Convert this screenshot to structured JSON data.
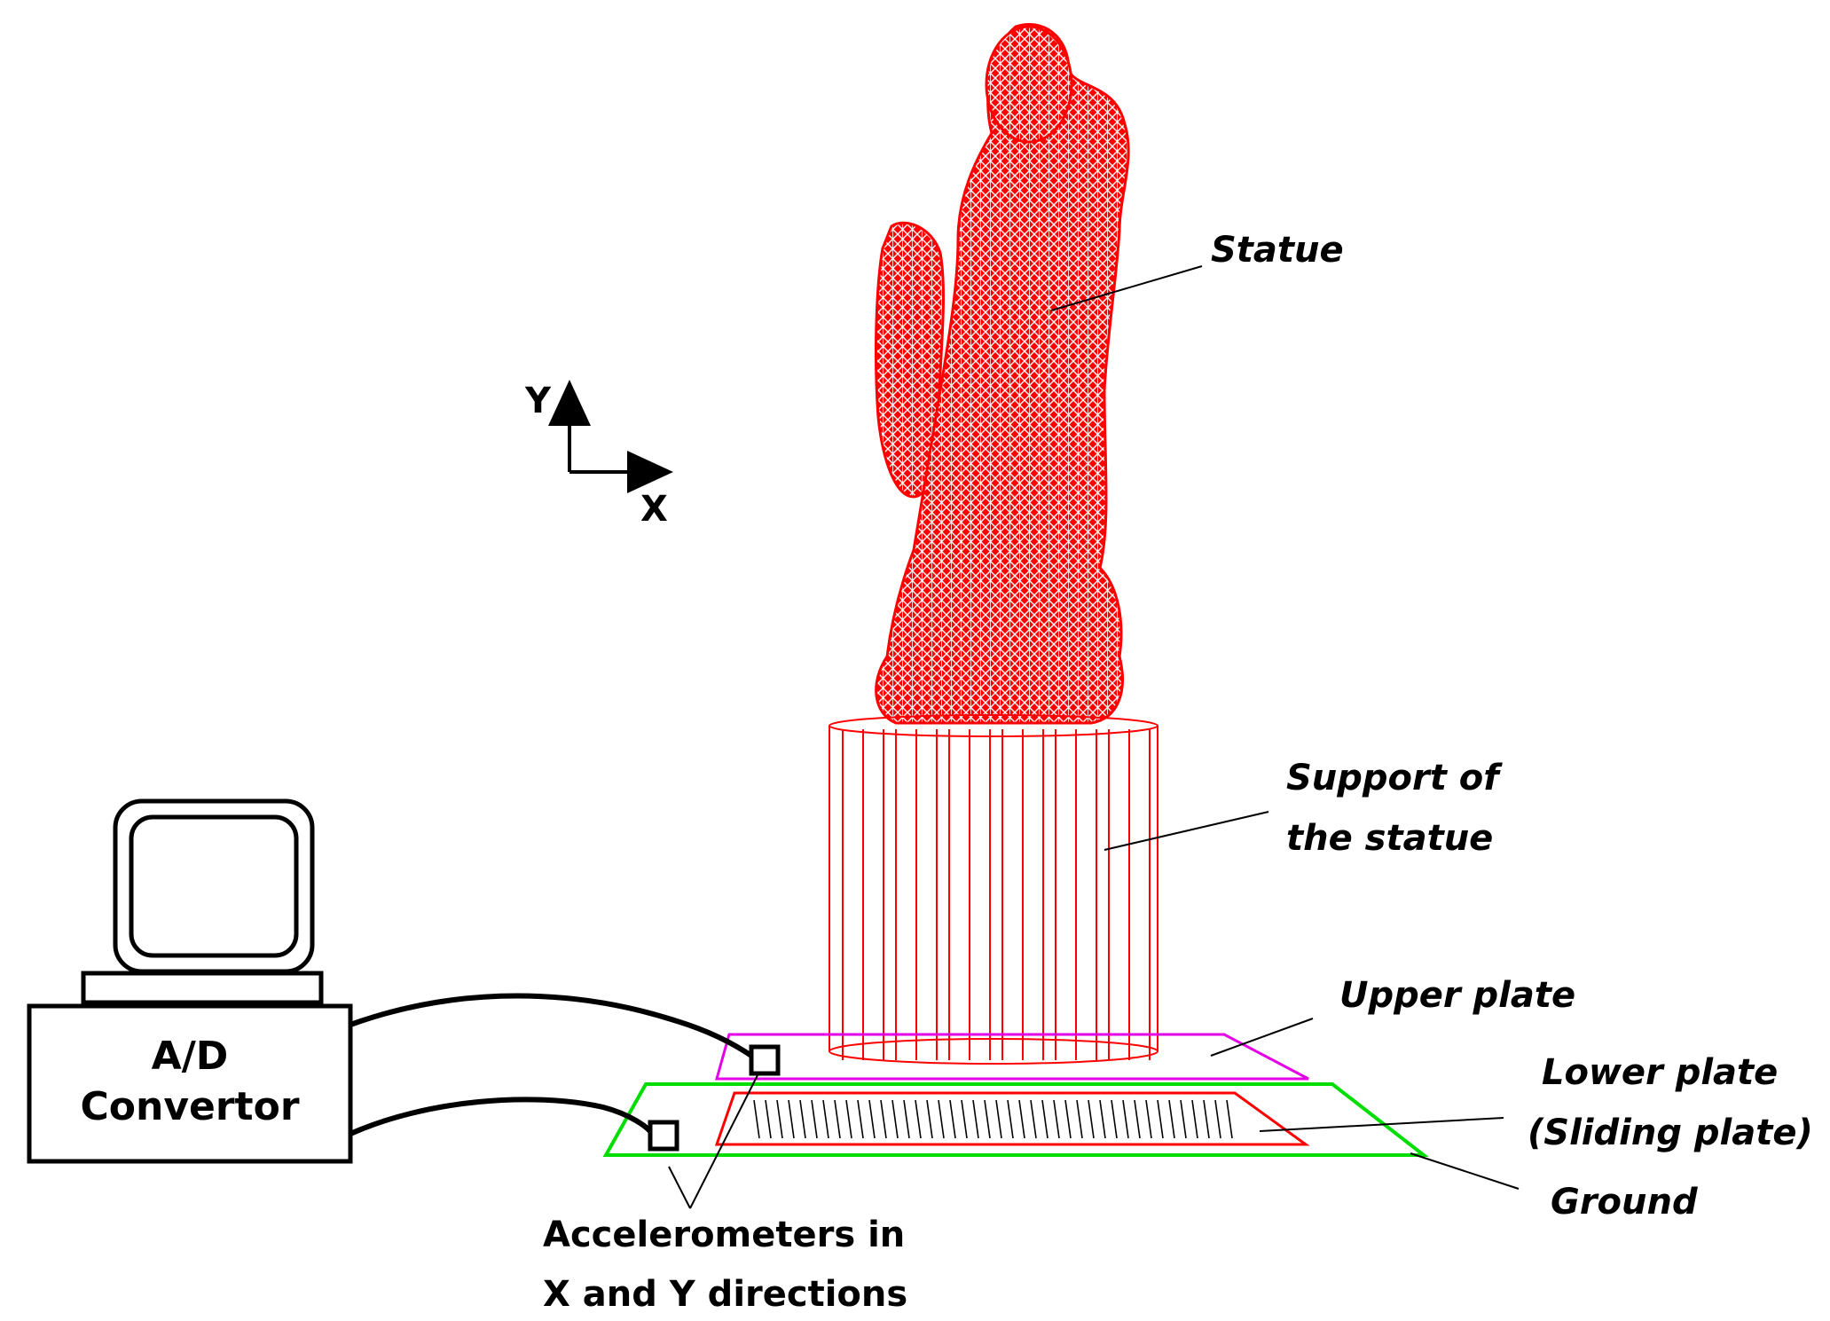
{
  "axes": {
    "y_label": "Y",
    "x_label": "X"
  },
  "labels": {
    "statue": "Statue",
    "support_line1": "Support of",
    "support_line2": "the statue",
    "upper_plate": "Upper plate",
    "lower_plate_line1": "Lower plate",
    "lower_plate_line2": "(Sliding plate)",
    "ground": "Ground",
    "converter_line1": "A/D",
    "converter_line2": "Convertor",
    "accel_line1": "Accelerometers in",
    "accel_line2": "X and Y directions"
  },
  "colors": {
    "statue": "#ff0000",
    "support": "#ff0000",
    "upper_plate": "#e400e4",
    "lower_plate": "#ff0000",
    "ground": "#00dd00",
    "ink": "#000000"
  },
  "icons": {
    "computer": "computer-monitor-icon",
    "accelerometer": "accelerometer-sensor-icon"
  }
}
